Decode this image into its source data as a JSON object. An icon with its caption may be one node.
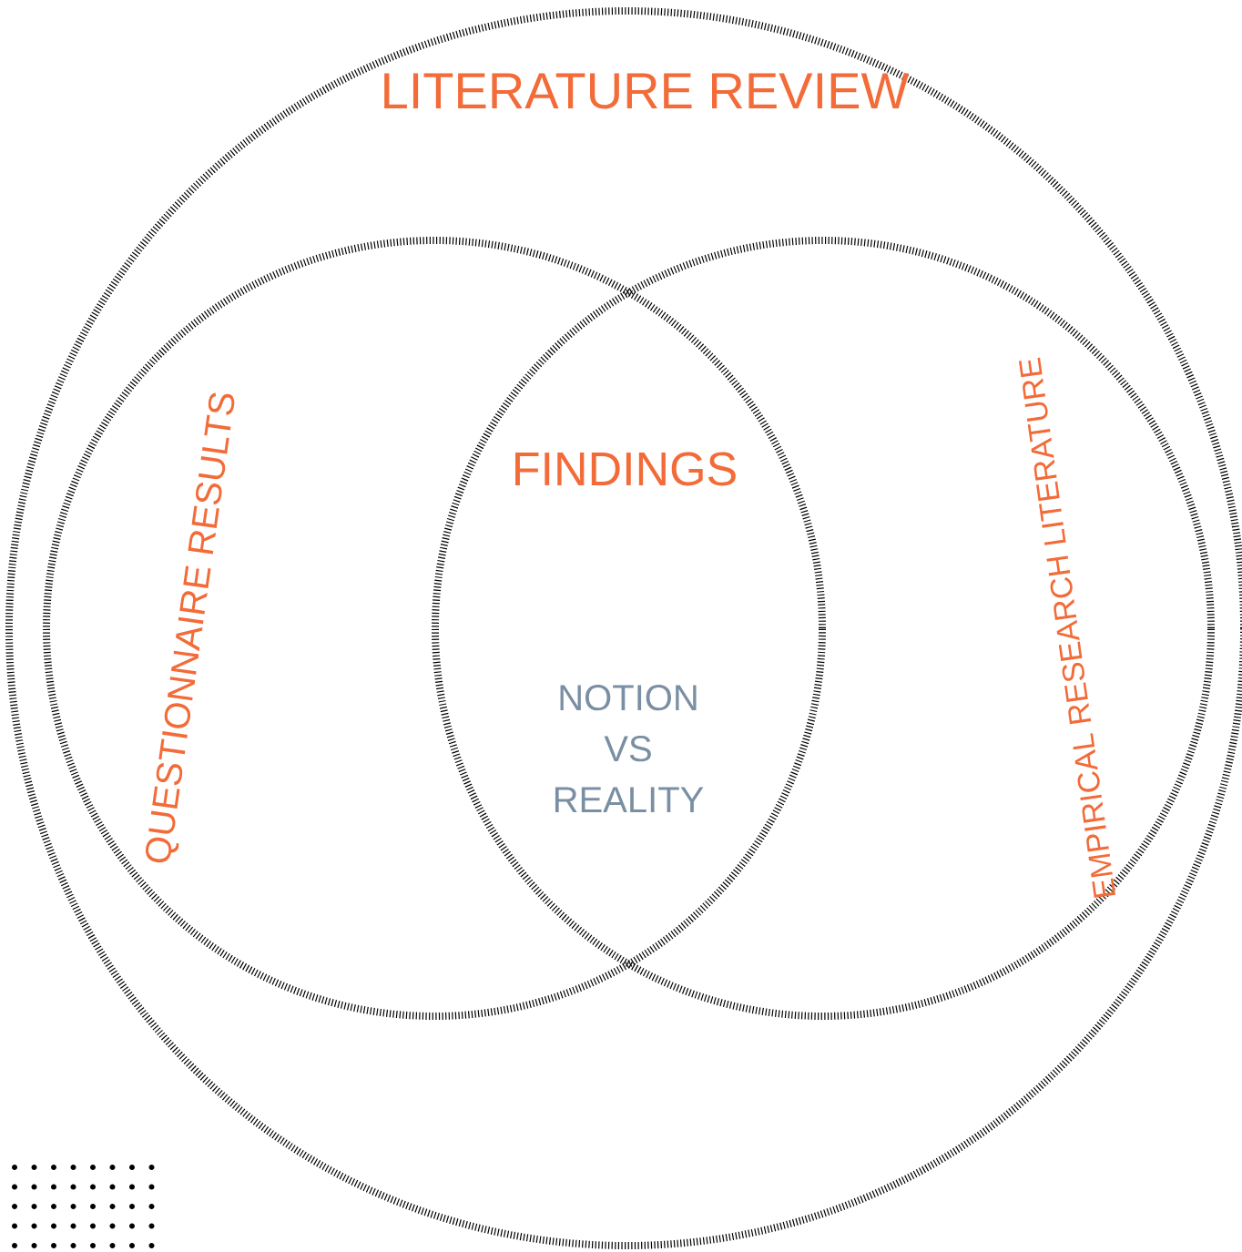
{
  "diagram": {
    "nodes": [
      {
        "text": [
          "LITERATURE REVIEW"
        ]
      },
      {
        "text": [
          "QUESTIONNAIRE RESULTS"
        ],
        "in": 0
      },
      {
        "text": [
          "EMPIRICAL RESEARCH LITERATURE"
        ],
        "in": 0
      }
    ],
    "labels": [
      "FINDINGS",
      "NOTION VS REALITY"
    ]
  }
}
